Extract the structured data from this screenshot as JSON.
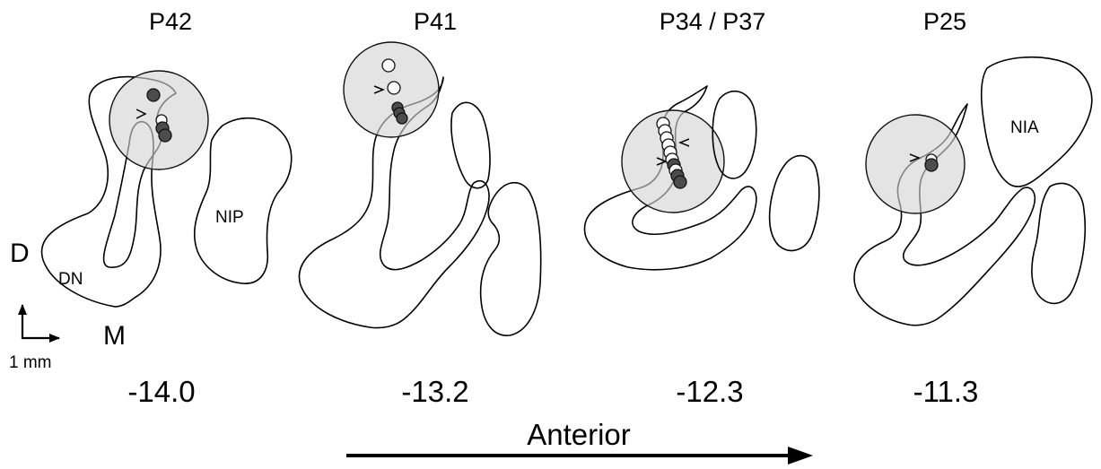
{
  "panels": [
    {
      "id": "P42",
      "title": "P42",
      "depth": "-14.0"
    },
    {
      "id": "P41",
      "title": "P41",
      "depth": "-13.2"
    },
    {
      "id": "P34_P37",
      "title": "P34 / P37",
      "depth": "-12.3"
    },
    {
      "id": "P25",
      "title": "P25",
      "depth": "-11.3"
    }
  ],
  "labels": {
    "dn": "DN",
    "nip": "NIP",
    "nia": "NIA"
  },
  "orientation": {
    "dorsal": "D",
    "medial": "M",
    "scale": "1 mm"
  },
  "axis": {
    "label": "Anterior"
  },
  "colors": {
    "field_fill": "#d4d4d4",
    "recording_dot_dark": "#4c4c4c",
    "recording_dot_light": "#ffffff",
    "outline": "#000000"
  }
}
